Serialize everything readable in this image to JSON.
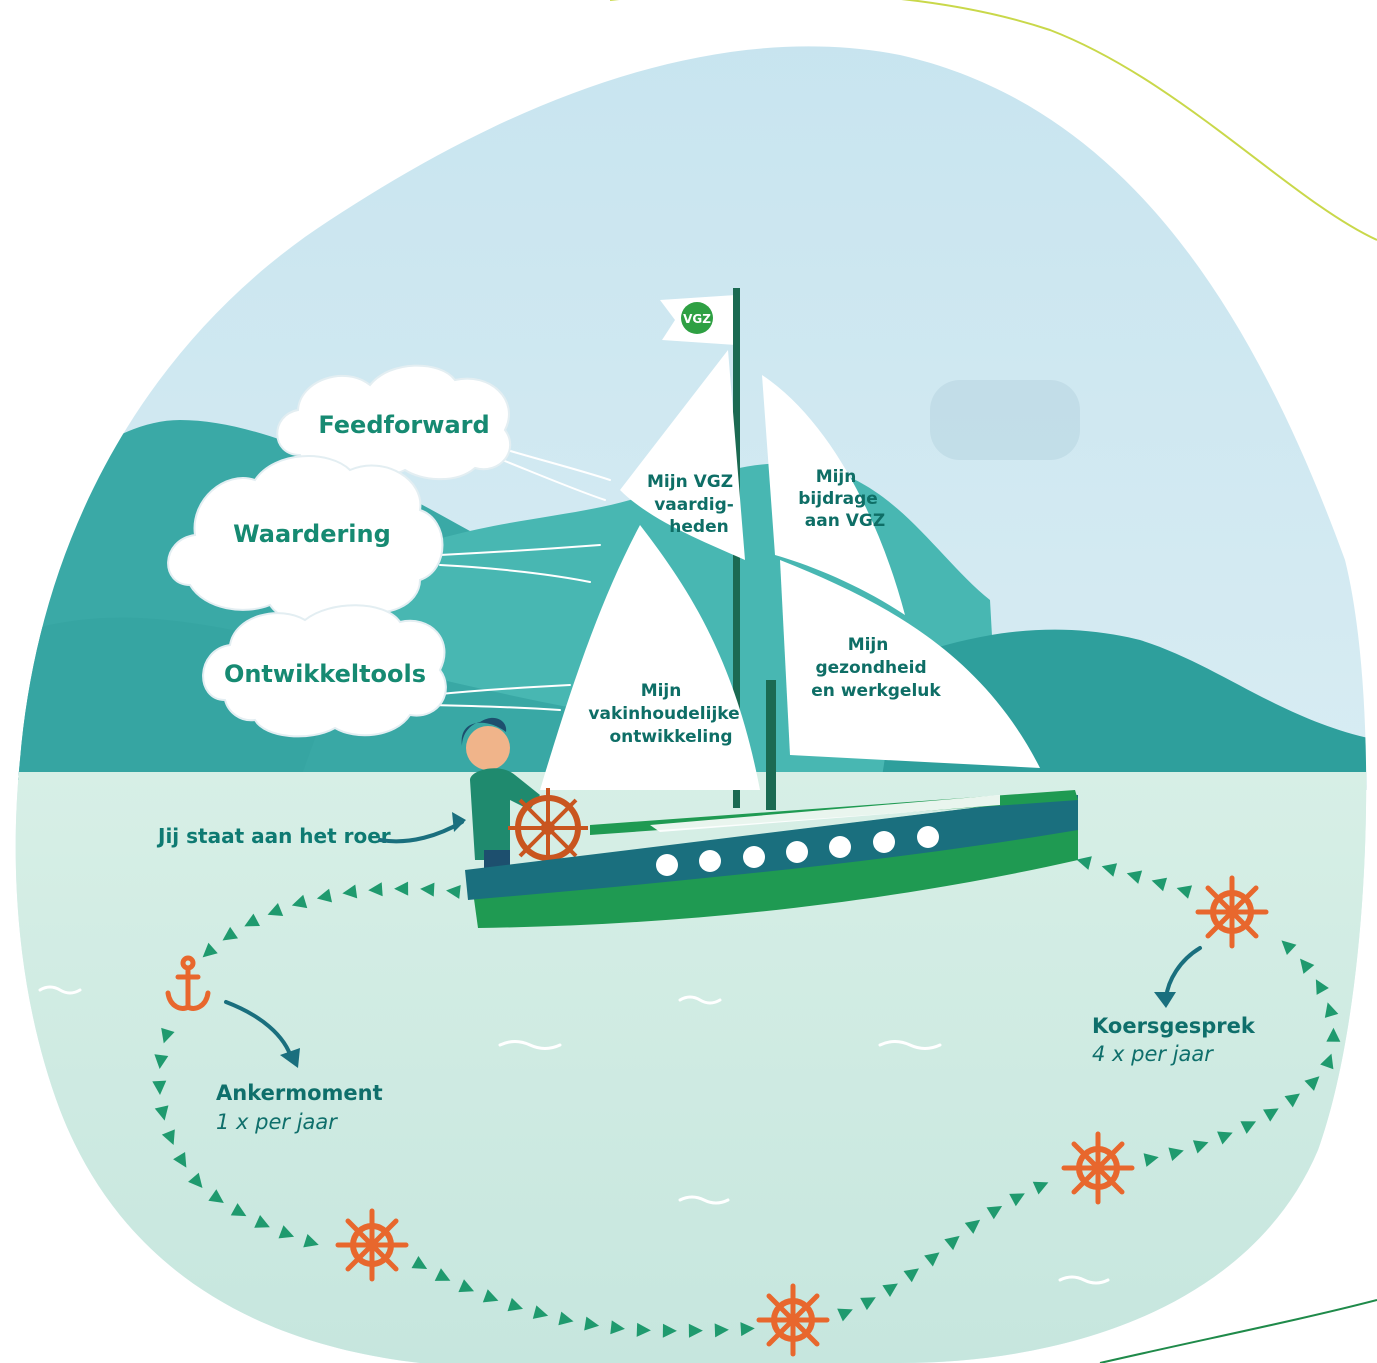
{
  "flag": {
    "logo_text": "VGZ"
  },
  "clouds": [
    {
      "label": "Feedforward"
    },
    {
      "label": "Waardering"
    },
    {
      "label": "Ontwikkeltools"
    }
  ],
  "sails": {
    "front_top": [
      "Mijn VGZ",
      "vaardig-",
      "heden"
    ],
    "front_bottom": [
      "Mijn",
      "vakinhoudelijke",
      "ontwikkeling"
    ],
    "rear_top": [
      "Mijn",
      "bijdrage",
      "aan VGZ"
    ],
    "rear_bottom": [
      "Mijn",
      "gezondheid",
      "en werkgeluk"
    ]
  },
  "helm_label": "Jij staat aan het roer",
  "anker": {
    "title": "Ankermoment",
    "frequency": "1 x per jaar"
  },
  "koers": {
    "title": "Koersgesprek",
    "frequency": "4 x per jaar"
  },
  "icons": [
    "anchor-icon",
    "ship-wheel-icon"
  ],
  "colors": {
    "sky": "#cfe7f1",
    "water": "#d5eee7",
    "hills": "#3fb0ad",
    "hull": "#1f9a52",
    "hull_band": "#1a6f7e",
    "accent_orange": "#e8672d",
    "text_teal": "#0e7a72"
  }
}
